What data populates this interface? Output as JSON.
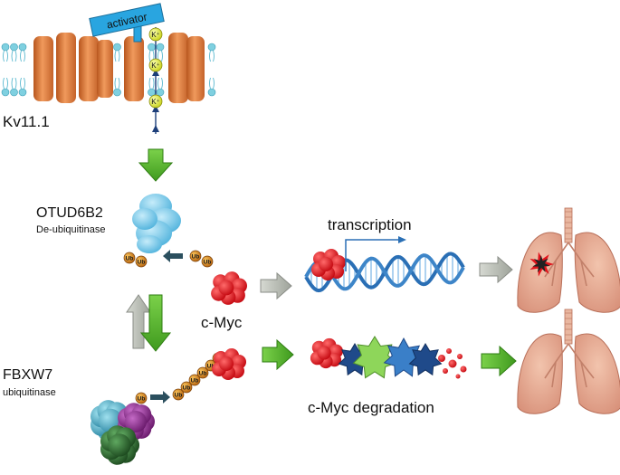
{
  "labels": {
    "channel": "Kv11.1",
    "activator": "activator",
    "ion": "K⁺",
    "otud": "OTUD6B2",
    "otud_role": "De-ubiquitinase",
    "cmyc": "c-Myc",
    "fbxw": "FBXW7",
    "fbxw_role": "ubiquitinase",
    "transcription": "transcription",
    "degradation": "c-Myc degradation",
    "ub": "Ub"
  },
  "colors": {
    "channel": "#e07a3a",
    "channel_dark": "#b85a22",
    "lipid_head": "#7fd0e0",
    "lipid_tail": "#5ab8cf",
    "activator": "#29a5e0",
    "ion": "#e9ef4a",
    "green_arrow": "#52b02b",
    "green_arrow_dark": "#2e7d12",
    "gray_arrow": "#b9bdb6",
    "otud_blob": "#72c6e8",
    "cmyc": "#e0141c",
    "ub": "#d9881a",
    "dna": "#2a6fb5",
    "lung": "#e6a88c",
    "lung_edge": "#b9705a",
    "tumor": "#2a2a2a",
    "fbxw_teal": "#4aa9c0",
    "fbxw_purple": "#8a2a8a",
    "fbxw_green": "#2c6b2e",
    "proteasome_green": "#8ed65a",
    "proteasome_blue": "#3a7fc8",
    "proteasome_navy": "#1f4a8a"
  }
}
